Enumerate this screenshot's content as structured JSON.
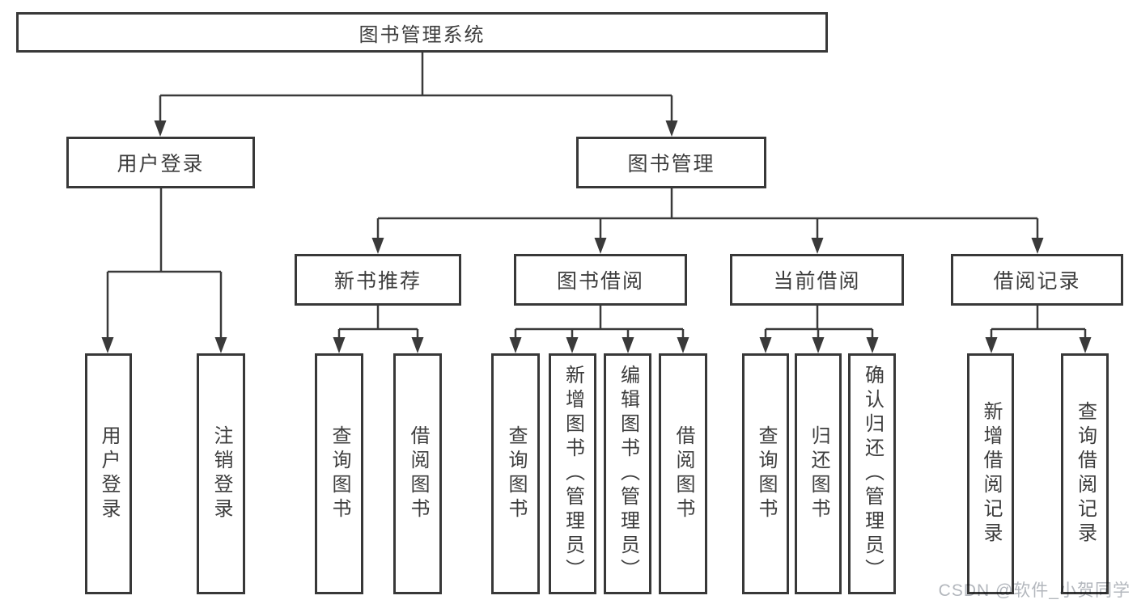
{
  "diagram": {
    "root": {
      "label": "图书管理系统"
    },
    "level1": [
      {
        "label": "用户登录"
      },
      {
        "label": "图书管理"
      }
    ],
    "level2": [
      {
        "label": "新书推荐"
      },
      {
        "label": "图书借阅"
      },
      {
        "label": "当前借阅"
      },
      {
        "label": "借阅记录"
      }
    ],
    "leaves": {
      "user_login": [
        "用户登录",
        "注销登录"
      ],
      "new_book_rec": [
        "查询图书",
        "借阅图书"
      ],
      "book_borrow": [
        "查询图书",
        "新增图书（管理员）",
        "编辑图书（管理员）",
        "借阅图书"
      ],
      "current_borrow": [
        "查询图书",
        "归还图书",
        "确认归还（管理员）"
      ],
      "borrow_records": [
        "新增借阅记录",
        "查询借阅记录"
      ]
    }
  },
  "watermark": "CSDN @软件_小贺同学",
  "colors": {
    "line": "#3a3a3a",
    "box_border": "#383838",
    "box_background": "#ffffff",
    "text": "#3d3d3d",
    "watermark": "#b3b7bd"
  }
}
